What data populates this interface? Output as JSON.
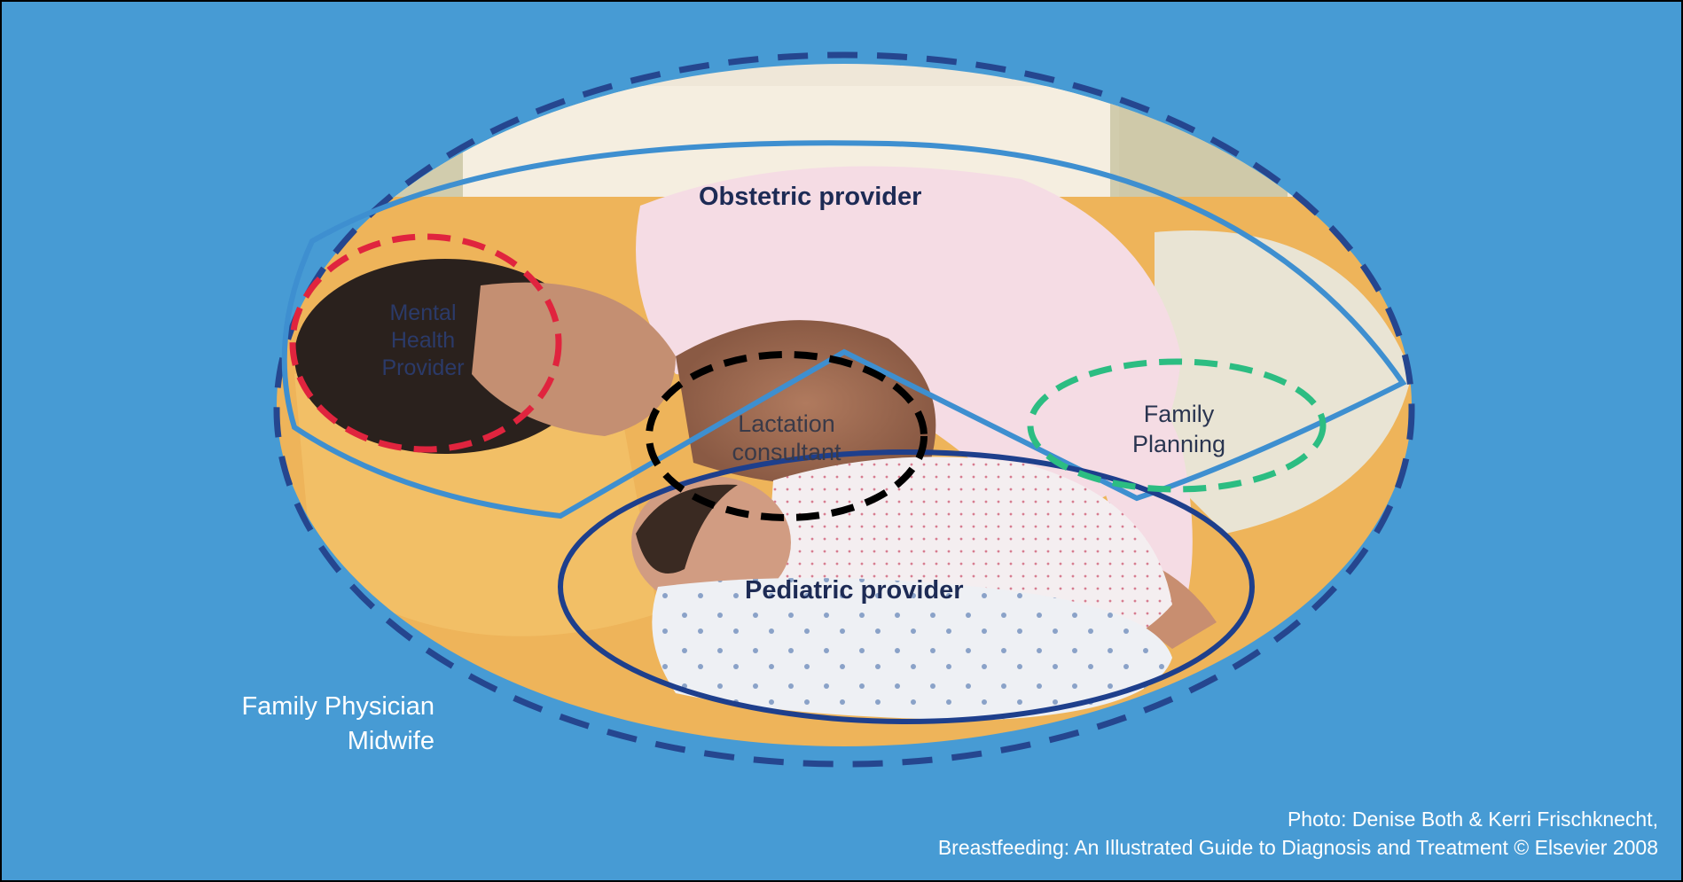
{
  "labels": {
    "obstetric": "Obstetric provider",
    "pediatric": "Pediatric provider",
    "lactation_line1": "Lactation",
    "lactation_line2": "consultant",
    "family_planning_line1": "Family",
    "family_planning_line2": "Planning",
    "mental_health_line1": "Mental",
    "mental_health_line2": "Health",
    "mental_health_line3": "Provider",
    "outer_line1": "Family Physician",
    "outer_line2": "Midwife"
  },
  "credit": {
    "line1": "Photo: Denise Both & Kerri Frischknecht,",
    "line2": "Breastfeeding: An Illustrated Guide to Diagnosis and Treatment © Elsevier 2008"
  },
  "colors": {
    "background": "#479bd4",
    "outer_dashed": "#25468f",
    "obstetric_outline": "#3e8fd0",
    "pediatric_outline": "#1e3f8c",
    "lactation_dashed": "#000000",
    "mental_health_dashed": "#e0243e",
    "family_planning_dashed": "#2cbd82"
  }
}
